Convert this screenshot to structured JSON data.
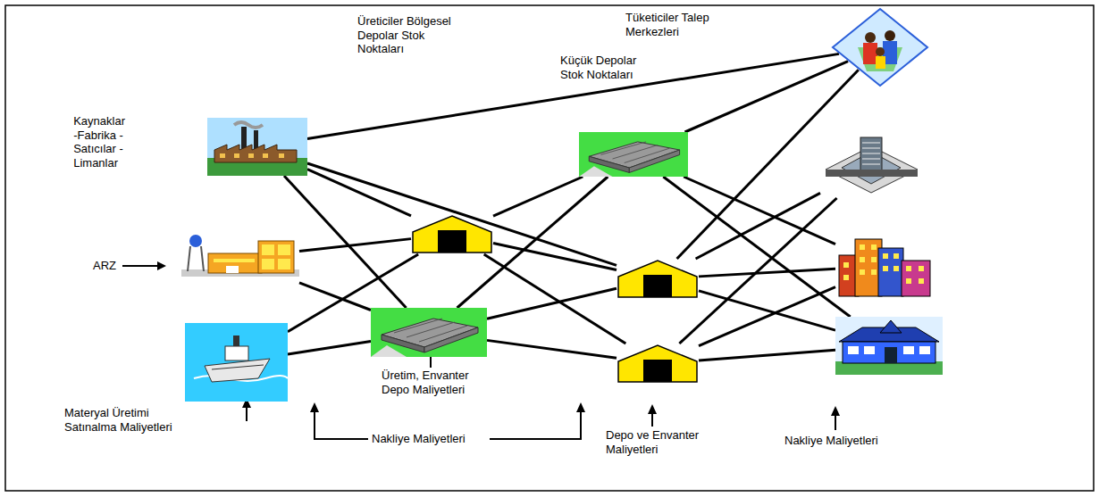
{
  "diagram": {
    "nodes": [
      {
        "text": [
          "Kaynaklar -Fabrika -Satıcılar -Limanlar"
        ]
      },
      {
        "text": []
      },
      {
        "text": []
      },
      {
        "text": []
      },
      {
        "text": []
      },
      {
        "text": []
      },
      {
        "text": []
      },
      {
        "text": []
      },
      {
        "text": [
          "Tüketiciler Talep Merkezleri"
        ]
      },
      {
        "text": []
      },
      {
        "text": []
      },
      {
        "text": []
      }
    ],
    "edges": [
      {
        "from": 0,
        "to": 8,
        "arrow": "none"
      },
      {
        "from": 0,
        "to": 3,
        "arrow": "none"
      },
      {
        "from": 0,
        "to": 4,
        "arrow": "none"
      },
      {
        "from": 0,
        "to": 6,
        "arrow": "none"
      },
      {
        "from": 1,
        "to": 3,
        "arrow": "none"
      },
      {
        "from": 1,
        "to": 4,
        "arrow": "none"
      },
      {
        "from": 2,
        "to": 3,
        "arrow": "none"
      },
      {
        "from": 2,
        "to": 4,
        "arrow": "none"
      },
      {
        "from": 3,
        "to": 5,
        "arrow": "none"
      },
      {
        "from": 3,
        "to": 6,
        "arrow": "none"
      },
      {
        "from": 3,
        "to": 7,
        "arrow": "none"
      },
      {
        "from": 4,
        "to": 5,
        "arrow": "none"
      },
      {
        "from": 4,
        "to": 6,
        "arrow": "none"
      },
      {
        "from": 4,
        "to": 7,
        "arrow": "none"
      },
      {
        "from": 5,
        "to": 8,
        "arrow": "none"
      },
      {
        "from": 5,
        "to": 10,
        "arrow": "none"
      },
      {
        "from": 5,
        "to": 11,
        "arrow": "none"
      },
      {
        "from": 6,
        "to": 8,
        "arrow": "none"
      },
      {
        "from": 6,
        "to": 9,
        "arrow": "none"
      },
      {
        "from": 6,
        "to": 10,
        "arrow": "none"
      },
      {
        "from": 6,
        "to": 11,
        "arrow": "none"
      },
      {
        "from": 7,
        "to": 9,
        "arrow": "none"
      },
      {
        "from": 7,
        "to": 10,
        "arrow": "none"
      },
      {
        "from": 7,
        "to": 11,
        "arrow": "none"
      }
    ],
    "labels": [
      "Üreticiler Bölgesel Depolar Stok Noktaları",
      "Küçük Depolar Stok Noktaları",
      "ARZ",
      "Materyal Üretimi Satınalma Maliyetleri",
      "Nakliye Maliyetleri",
      "Üretim, Envanter Depo Maliyetleri",
      "Depo ve Envanter Maliyetleri",
      "Nakliye Maliyetleri"
    ]
  }
}
